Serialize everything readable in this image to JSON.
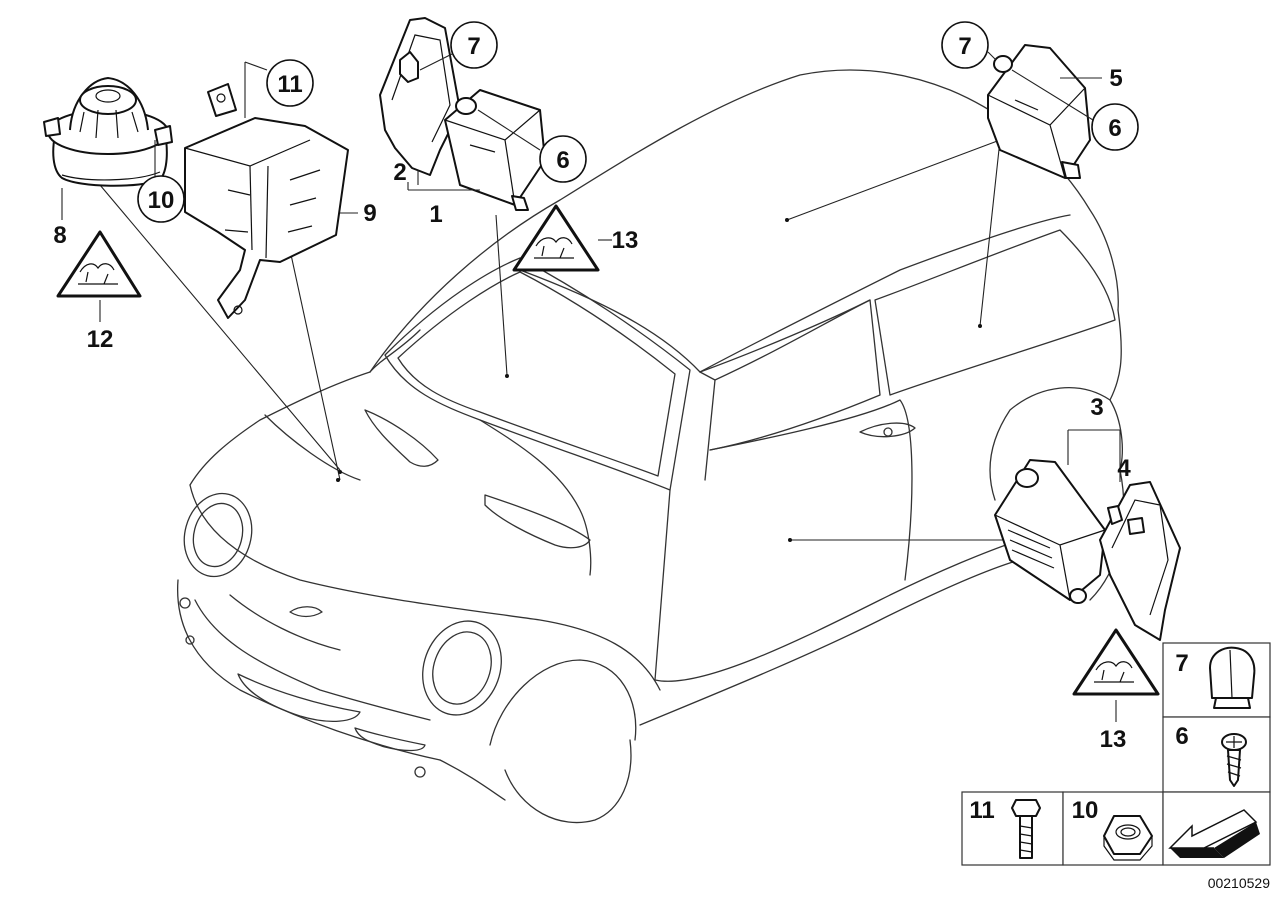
{
  "diagram": {
    "callouts": [
      "1",
      "2",
      "3",
      "4",
      "5",
      "6",
      "7",
      "8",
      "9",
      "10",
      "11",
      "12",
      "13"
    ],
    "legend": {
      "items": [
        {
          "number": "7",
          "part": "cap-nut-icon"
        },
        {
          "number": "6",
          "part": "screw-icon"
        },
        {
          "number": "11",
          "part": "bolt-icon"
        },
        {
          "number": "10",
          "part": "hex-nut-icon"
        }
      ],
      "arrow_icon": "arrow-icon"
    },
    "reference_code": "00210529"
  }
}
